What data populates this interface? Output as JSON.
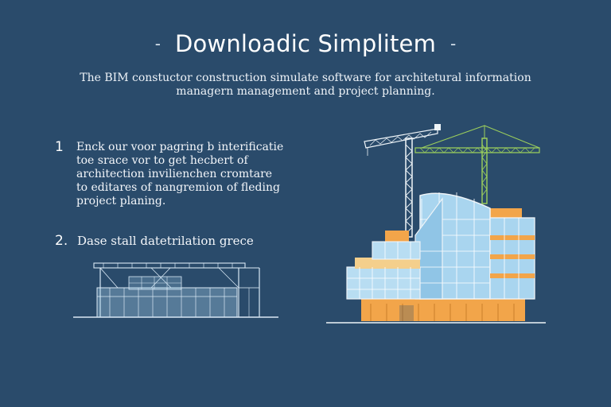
{
  "header": {
    "title": "Downloadic Simplitem",
    "dash_left": "-",
    "dash_right": "-"
  },
  "description": {
    "lines": [
      "The BIM constuctor construction simulate software for architetural information",
      "managern management and project planning."
    ]
  },
  "steps": [
    {
      "number": "1",
      "lines": [
        "Enck our voor pagring b interificatie",
        "toe srace vor to get hecbert of",
        "architection invilienchen cromtare",
        "to editares of nangremion of fleding",
        "project planing."
      ]
    },
    {
      "number": "2.",
      "lines": [
        "Dase stall datetrilation grece"
      ]
    }
  ],
  "colors": {
    "background": "#2a4b6b",
    "text": "#ffffff",
    "line_art": "#d9e8f5",
    "glass": "#a9d5ef",
    "accent_orange": "#f2a54a",
    "accent_sand": "#f4cf8c",
    "crane_green": "#9ccf5c",
    "crane_white": "#eef4f8"
  },
  "icons": {
    "wireframe_building": "wireframe-building-icon",
    "construction_crane": "construction-crane-icon",
    "modern_building": "modern-building-icon"
  }
}
